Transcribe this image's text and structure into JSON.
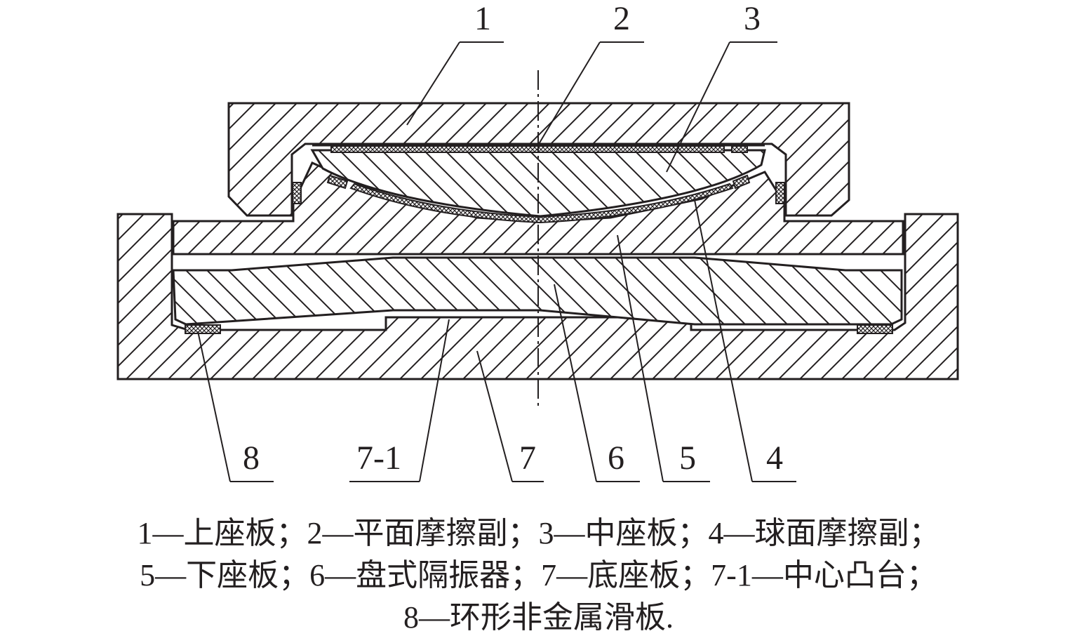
{
  "callouts": {
    "c1": "1",
    "c2": "2",
    "c3": "3",
    "c4": "4",
    "c5": "5",
    "c6": "6",
    "c7": "7",
    "c71": "7-1",
    "c8": "8"
  },
  "caption": {
    "line1": "1—上座板；2—平面摩擦副；3—中座板；4—球面摩擦副；",
    "line2": "5—下座板；6—盘式隔振器；7—底座板；7-1—中心凸台；",
    "line3": "8—环形非金属滑板."
  },
  "colors": {
    "ink": "#231f20",
    "background": "#ffffff"
  }
}
